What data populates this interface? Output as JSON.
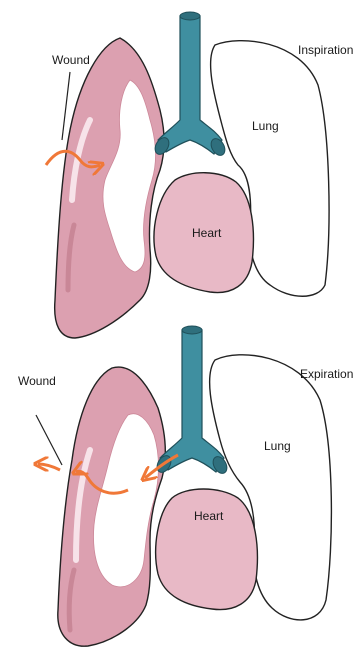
{
  "panels": [
    {
      "phase": "Inspiration",
      "labels": {
        "wound": "Wound",
        "lung": "Lung",
        "heart": "Heart",
        "phase": "Inspiration"
      }
    },
    {
      "phase": "Expiration",
      "labels": {
        "wound": "Wound",
        "lung": "Lung",
        "heart": "Heart",
        "phase": "Expiration"
      }
    }
  ],
  "colors": {
    "lung_tissue": "#dca0b0",
    "lung_tissue_dark": "#c98797",
    "lung_highlight": "#f7e3e9",
    "heart": "#e8b9c6",
    "trachea": "#3f8fa0",
    "arrow": "#f07838",
    "outline": "#222222"
  }
}
